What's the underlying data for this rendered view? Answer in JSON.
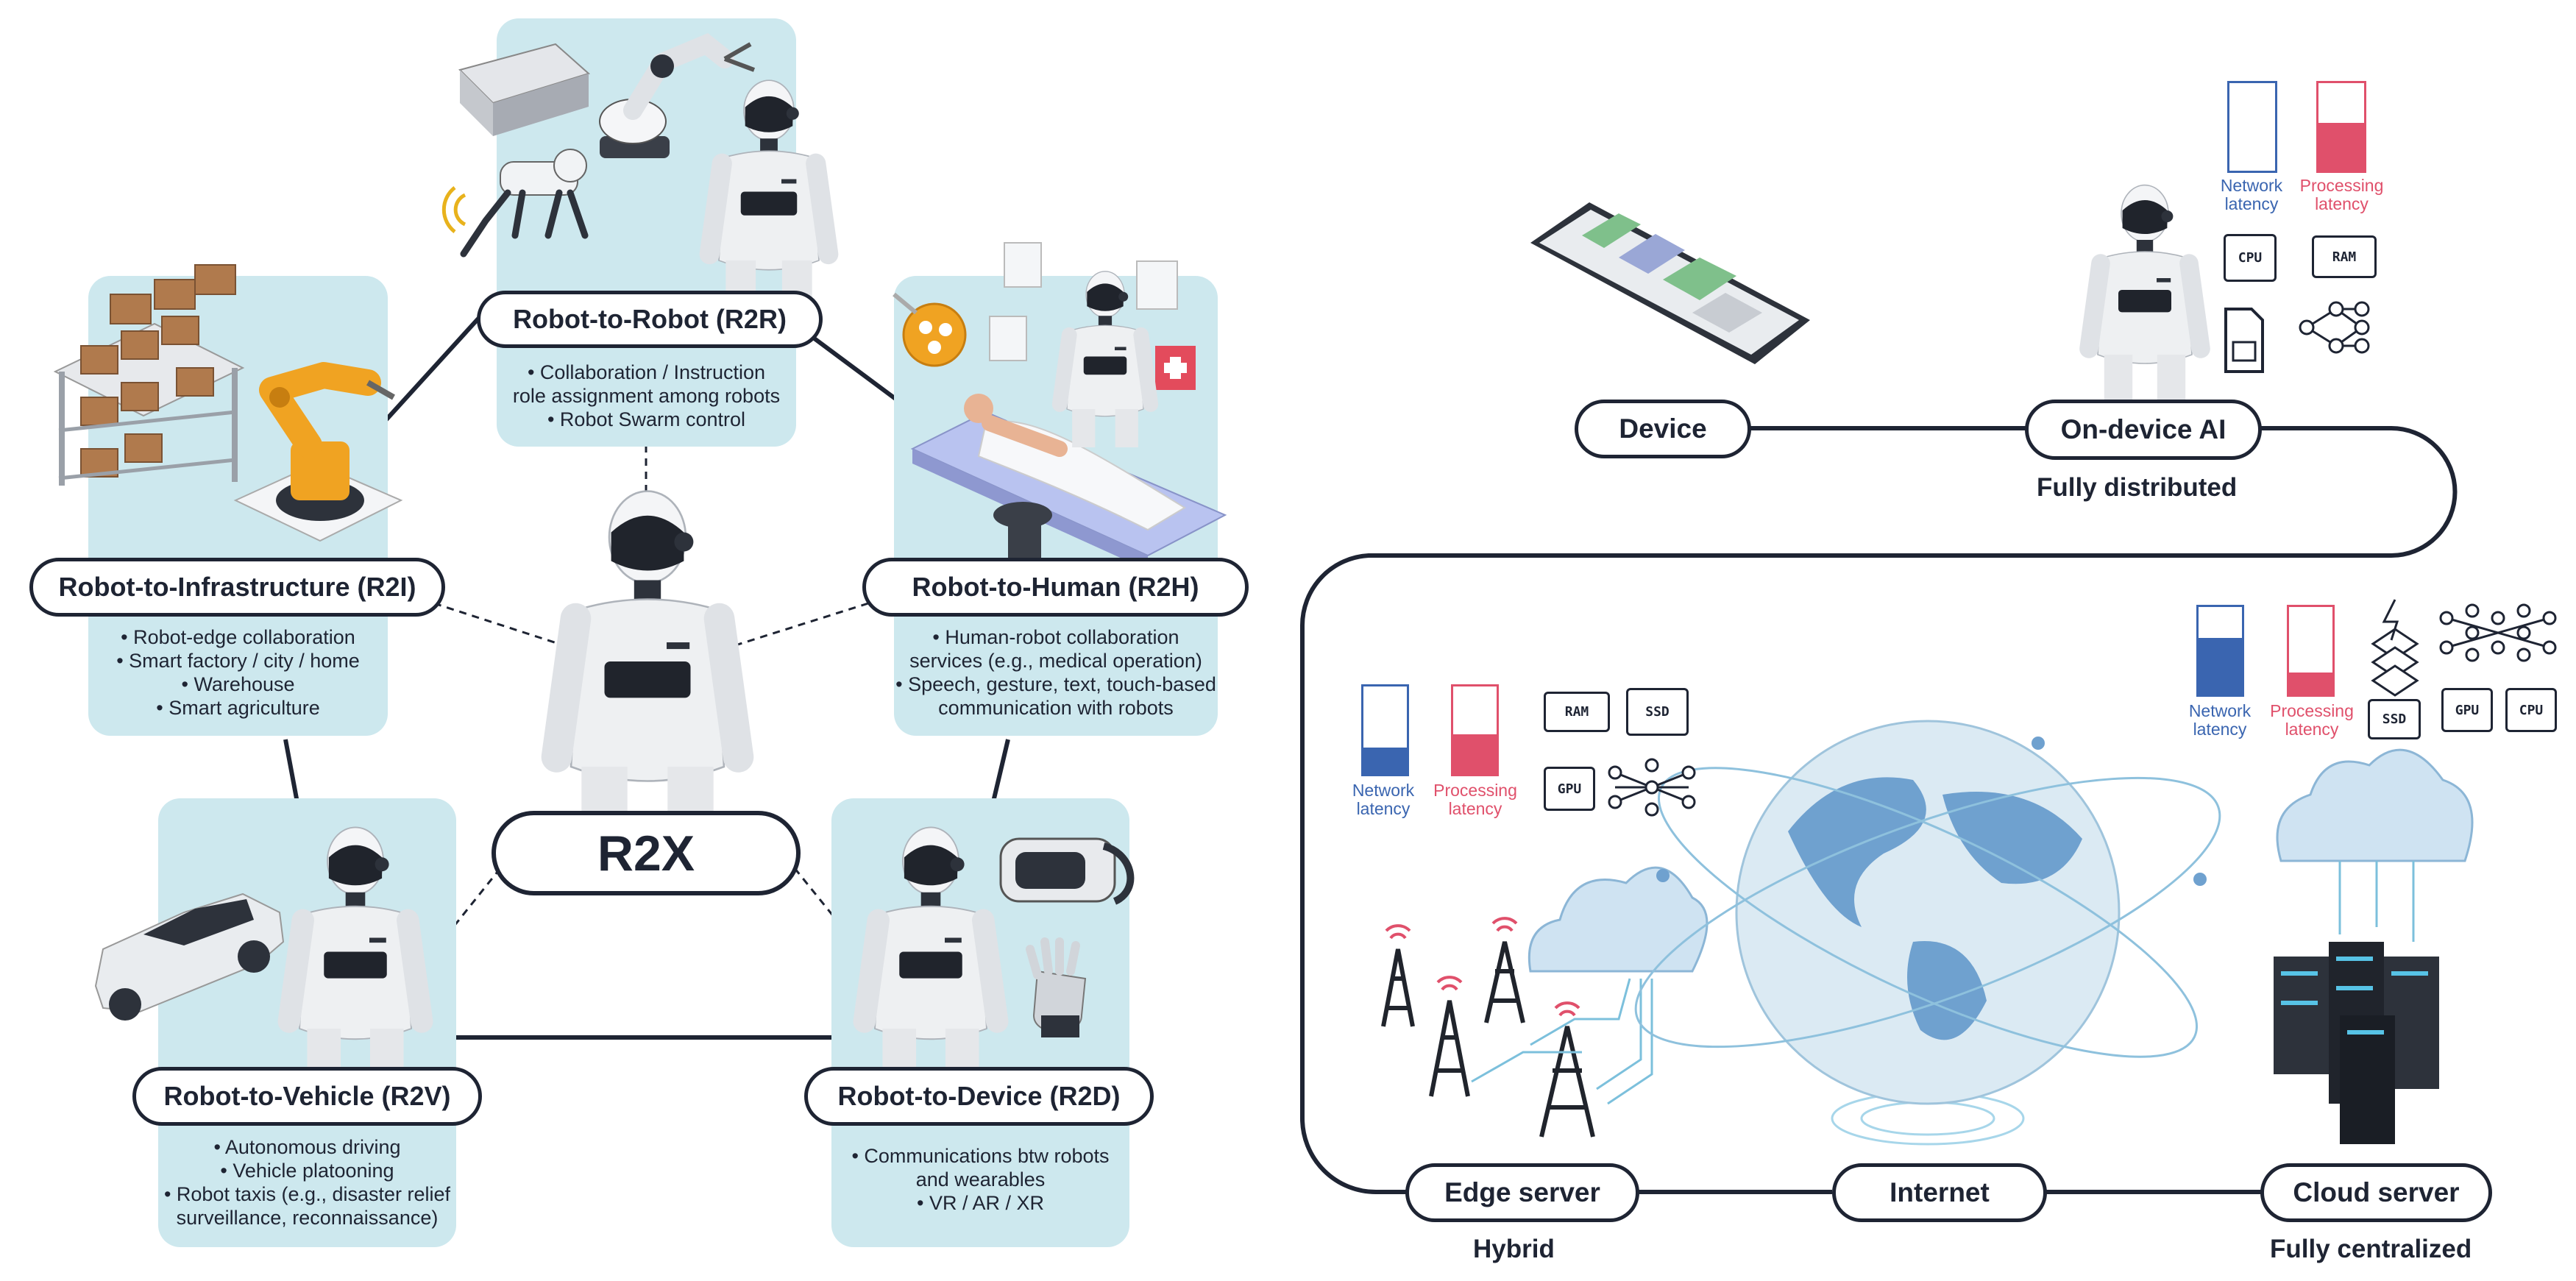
{
  "colors": {
    "panel": "#cde8ee",
    "outline": "#1e2433",
    "network": "#3a65b0",
    "processing": "#e0506b"
  },
  "left": {
    "center": "R2X",
    "r2r": {
      "title": "Robot-to-Robot (R2R)",
      "lines": [
        "• Collaboration / Instruction",
        "role assignment among robots",
        "• Robot Swarm control"
      ]
    },
    "r2i": {
      "title": "Robot-to-Infrastructure (R2I)",
      "lines": [
        "• Robot-edge collaboration",
        "• Smart factory / city / home",
        "• Warehouse",
        "• Smart agriculture"
      ]
    },
    "r2h": {
      "title": "Robot-to-Human (R2H)",
      "lines": [
        "• Human-robot collaboration",
        "services (e.g., medical operation)",
        "• Speech, gesture, text, touch-based",
        "communication with robots"
      ]
    },
    "r2v": {
      "title": "Robot-to-Vehicle (R2V)",
      "lines": [
        "• Autonomous driving",
        "• Vehicle platooning",
        "• Robot taxis (e.g., disaster relief",
        "surveillance, reconnaissance)"
      ]
    },
    "r2d": {
      "title": "Robot-to-Device (R2D)",
      "lines": [
        "• Communications btw robots",
        "and wearables",
        "• VR / AR / XR"
      ]
    }
  },
  "right": {
    "device": "Device",
    "ondevice": "On-device AI",
    "fully_distributed": "Fully distributed",
    "edge": "Edge server",
    "hybrid": "Hybrid",
    "internet": "Internet",
    "cloud": "Cloud server",
    "fully_centralized": "Fully centralized",
    "net_latency": "Network\nlatency",
    "proc_latency": "Processing\nlatency",
    "chips": {
      "cpu": "CPU",
      "ram": "RAM",
      "ssd": "SSD",
      "gpu": "GPU"
    },
    "levels": {
      "ondevice": {
        "network": 0.0,
        "processing": 0.55
      },
      "edge": {
        "network": 0.3,
        "processing": 0.45
      },
      "cloud": {
        "network": 0.65,
        "processing": 0.25
      }
    }
  }
}
